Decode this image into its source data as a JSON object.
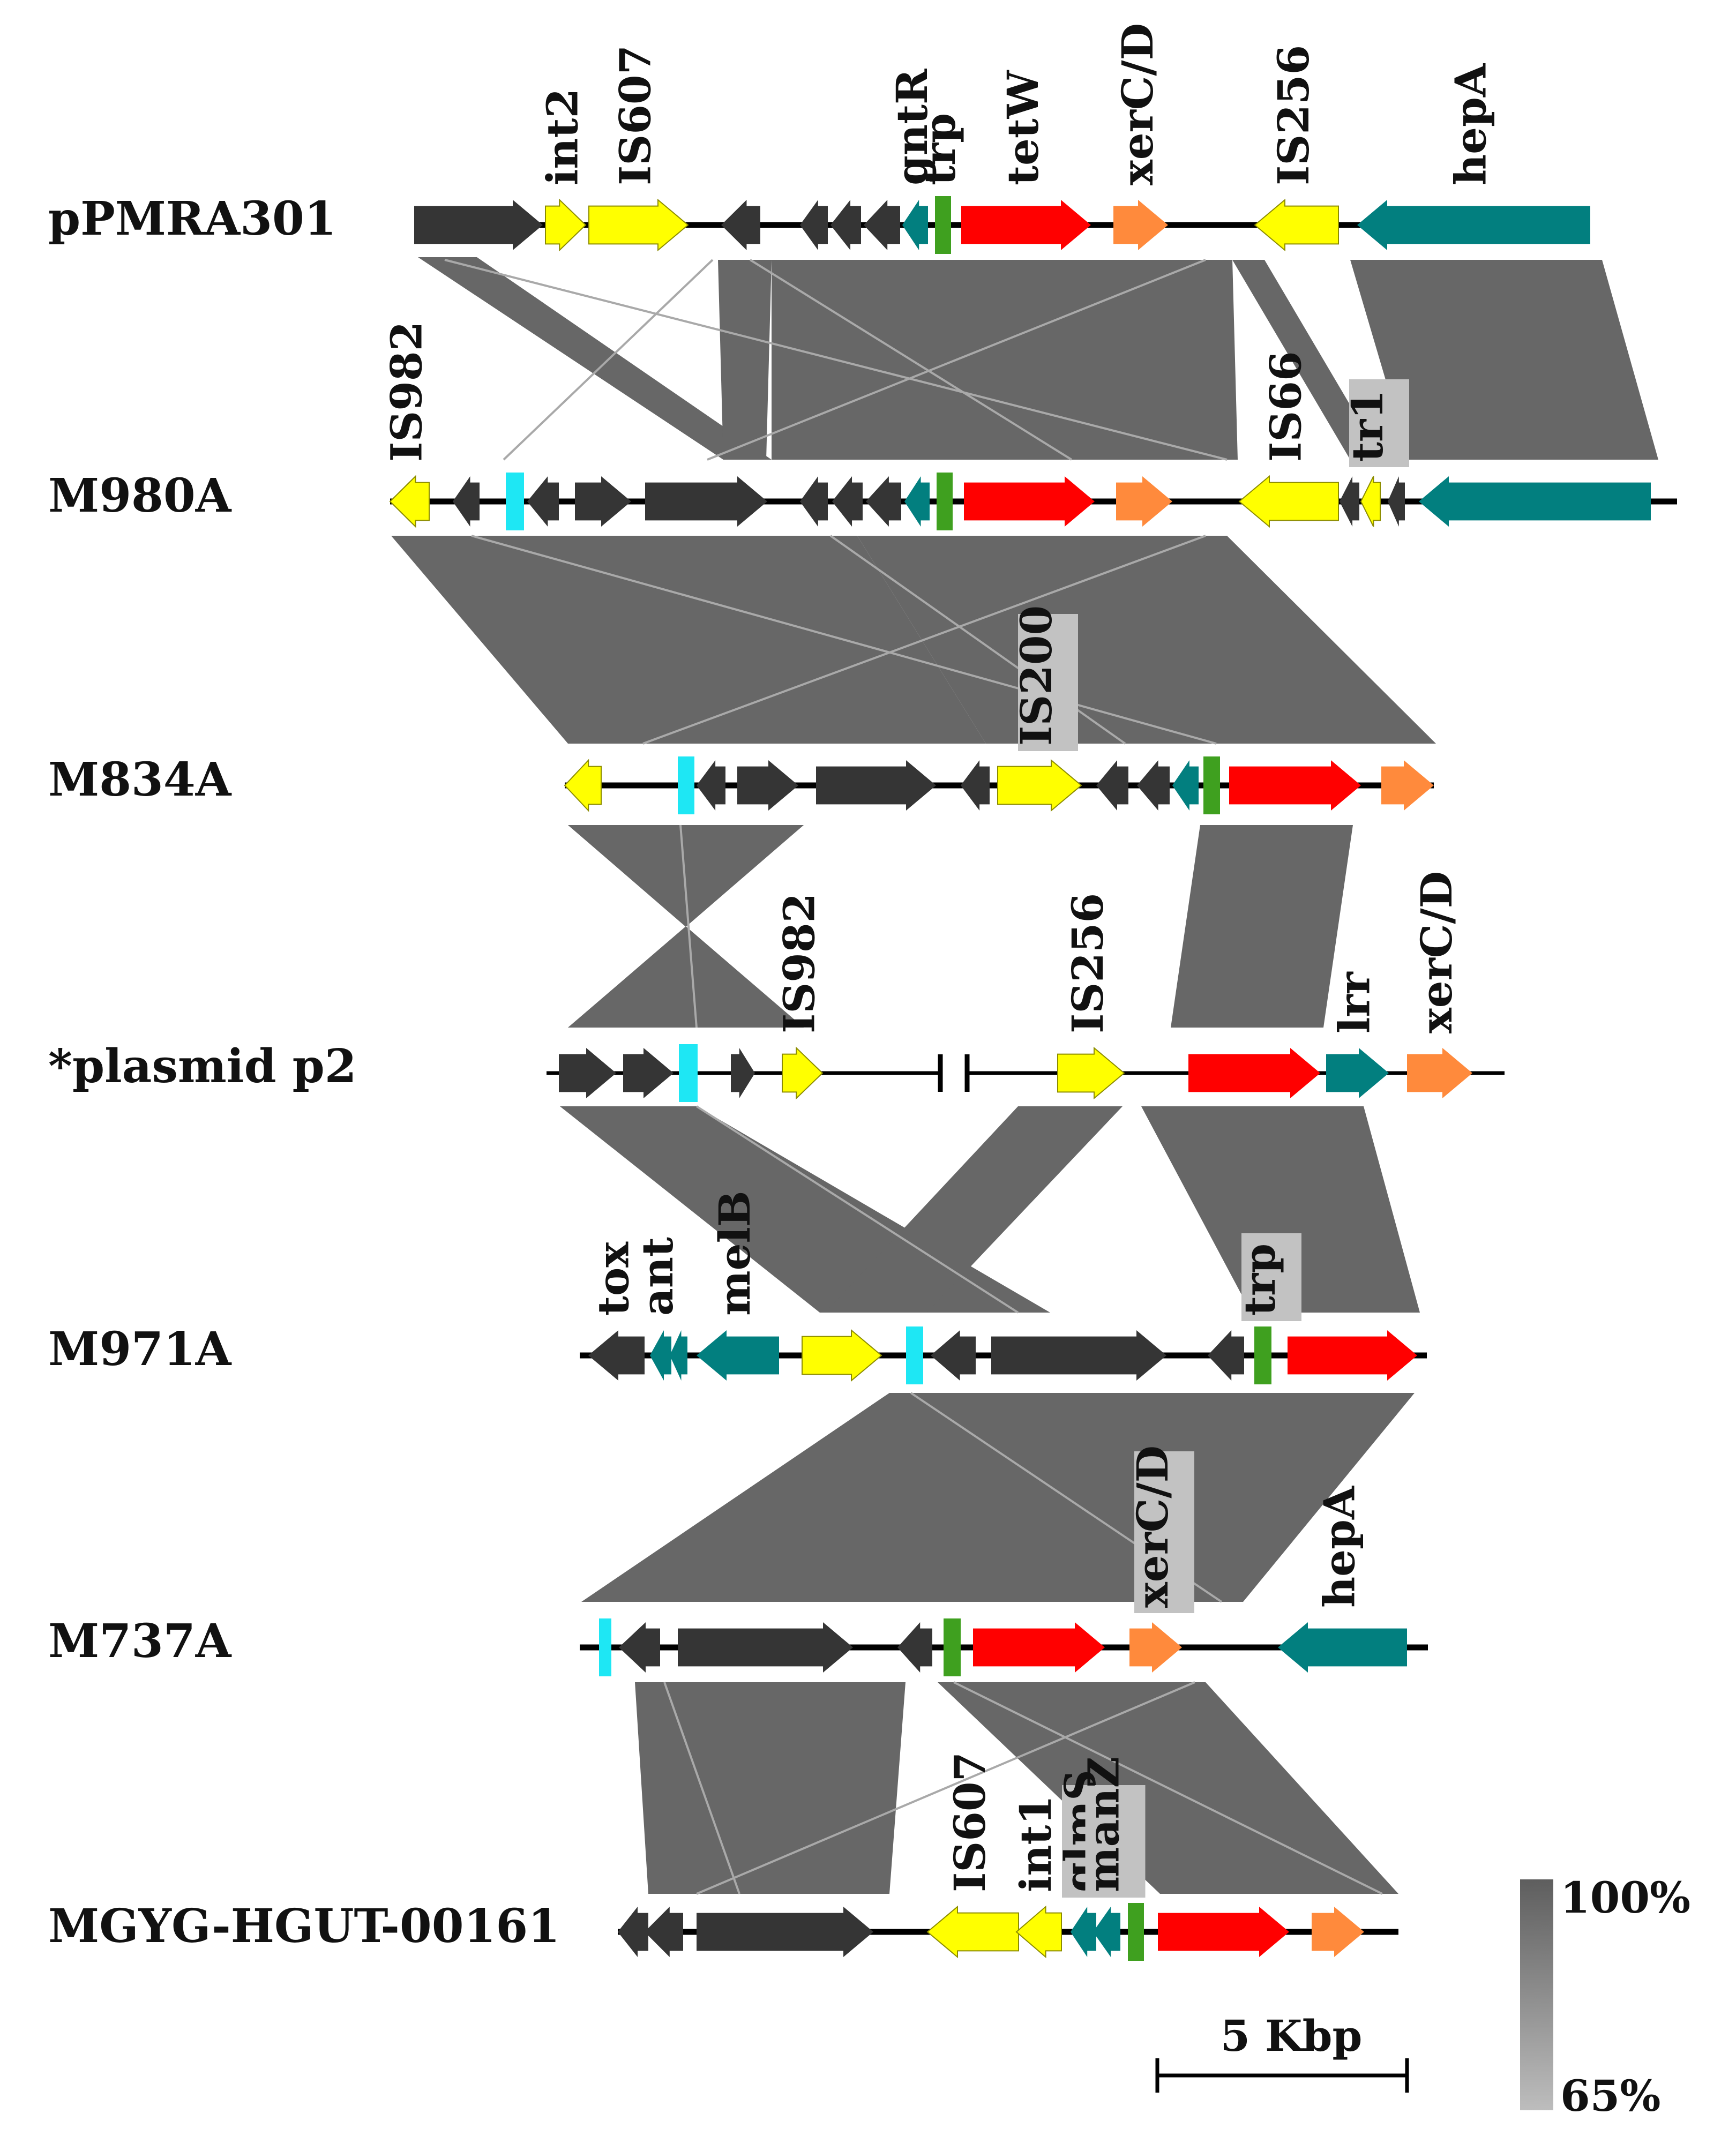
{
  "colors": {
    "dark_gene": "#353535",
    "transposase": "#ffff00",
    "tetW": "#ff0000",
    "xerCD": "#ff8a3c",
    "regulator": "#027f7f",
    "trp": "#3fa01f",
    "cyan_marker": "#1ee7f4",
    "backbone": "#000000",
    "link": "#676767",
    "label_box": "#c2c2c2"
  },
  "tracks": [
    {
      "name": "pPMRA301",
      "genes": [
        {
          "name": "",
          "start": 773,
          "end": 1013,
          "strand": 1,
          "kind": "dark"
        },
        {
          "name": "int2",
          "start": 1018,
          "end": 1093,
          "strand": 1,
          "kind": "transposase"
        },
        {
          "name": "IS607",
          "start": 1099,
          "end": 1284,
          "strand": 1,
          "kind": "transposase"
        },
        {
          "name": "",
          "start": 1346,
          "end": 1419,
          "strand": -1,
          "kind": "dark"
        },
        {
          "name": "",
          "start": 1493,
          "end": 1545,
          "strand": -1,
          "kind": "dark"
        },
        {
          "name": "",
          "start": 1550,
          "end": 1607,
          "strand": -1,
          "kind": "dark"
        },
        {
          "name": "",
          "start": 1612,
          "end": 1680,
          "strand": -1,
          "kind": "dark"
        },
        {
          "name": "gntR",
          "start": 1684,
          "end": 1732,
          "strand": -1,
          "kind": "regulator"
        },
        {
          "name": "trp",
          "start": 1745,
          "end": 1775,
          "strand": 0,
          "kind": "trp"
        },
        {
          "name": "tetW",
          "start": 1794,
          "end": 2036,
          "strand": 1,
          "kind": "tetW"
        },
        {
          "name": "xerC/D",
          "start": 2078,
          "end": 2180,
          "strand": 1,
          "kind": "xerCD"
        },
        {
          "name": "IS256",
          "start": 2342,
          "end": 2498,
          "strand": -1,
          "kind": "transposase"
        },
        {
          "name": "hepA",
          "start": 2533,
          "end": 2968,
          "strand": -1,
          "kind": "regulator"
        }
      ]
    },
    {
      "name": "M980A",
      "genes": [
        {
          "name": "IS982",
          "start": 728,
          "end": 801,
          "strand": -1,
          "kind": "transposase"
        },
        {
          "name": "",
          "start": 845,
          "end": 895,
          "strand": -1,
          "kind": "dark"
        },
        {
          "name": "",
          "start": 944,
          "end": 978,
          "strand": 0,
          "kind": "cyan"
        },
        {
          "name": "",
          "start": 984,
          "end": 1043,
          "strand": -1,
          "kind": "dark"
        },
        {
          "name": "",
          "start": 1073,
          "end": 1178,
          "strand": 1,
          "kind": "dark"
        },
        {
          "name": "",
          "start": 1204,
          "end": 1432,
          "strand": 1,
          "kind": "dark"
        },
        {
          "name": "",
          "start": 1493,
          "end": 1545,
          "strand": -1,
          "kind": "dark"
        },
        {
          "name": "",
          "start": 1553,
          "end": 1610,
          "strand": -1,
          "kind": "dark"
        },
        {
          "name": "",
          "start": 1616,
          "end": 1682,
          "strand": -1,
          "kind": "dark"
        },
        {
          "name": "",
          "start": 1688,
          "end": 1735,
          "strand": -1,
          "kind": "regulator"
        },
        {
          "name": "",
          "start": 1748,
          "end": 1778,
          "strand": 0,
          "kind": "trp"
        },
        {
          "name": "",
          "start": 1799,
          "end": 2043,
          "strand": 1,
          "kind": "tetW"
        },
        {
          "name": "",
          "start": 2083,
          "end": 2188,
          "strand": 1,
          "kind": "xerCD"
        },
        {
          "name": "IS66",
          "start": 2313,
          "end": 2498,
          "strand": -1,
          "kind": "transposase"
        },
        {
          "name": "",
          "start": 2500,
          "end": 2537,
          "strand": -1,
          "kind": "dark"
        },
        {
          "name": "tr1",
          "start": 2540,
          "end": 2576,
          "strand": -1,
          "kind": "transposase"
        },
        {
          "name": "",
          "start": 2590,
          "end": 2622,
          "strand": -1,
          "kind": "dark"
        },
        {
          "name": "",
          "start": 2648,
          "end": 3081,
          "strand": -1,
          "kind": "regulator"
        }
      ]
    },
    {
      "name": "M834A",
      "genes": [
        {
          "name": "",
          "start": 1054,
          "end": 1122,
          "strand": -1,
          "kind": "transposase"
        },
        {
          "name": "",
          "start": 1265,
          "end": 1296,
          "strand": 0,
          "kind": "cyan"
        },
        {
          "name": "",
          "start": 1300,
          "end": 1354,
          "strand": -1,
          "kind": "dark"
        },
        {
          "name": "",
          "start": 1376,
          "end": 1490,
          "strand": 1,
          "kind": "dark"
        },
        {
          "name": "",
          "start": 1523,
          "end": 1747,
          "strand": 1,
          "kind": "dark"
        },
        {
          "name": "",
          "start": 1793,
          "end": 1847,
          "strand": -1,
          "kind": "dark"
        },
        {
          "name": "IS200",
          "start": 1862,
          "end": 2018,
          "strand": 1,
          "kind": "transposase"
        },
        {
          "name": "",
          "start": 2046,
          "end": 2106,
          "strand": -1,
          "kind": "dark"
        },
        {
          "name": "",
          "start": 2122,
          "end": 2183,
          "strand": -1,
          "kind": "dark"
        },
        {
          "name": "",
          "start": 2188,
          "end": 2237,
          "strand": -1,
          "kind": "regulator"
        },
        {
          "name": "",
          "start": 2246,
          "end": 2277,
          "strand": 0,
          "kind": "trp"
        },
        {
          "name": "",
          "start": 2294,
          "end": 2540,
          "strand": 1,
          "kind": "tetW"
        },
        {
          "name": "",
          "start": 2578,
          "end": 2676,
          "strand": 1,
          "kind": "xerCD"
        }
      ]
    },
    {
      "name": "*plasmid p2",
      "genes": [
        {
          "name": "",
          "start": 1043,
          "end": 1150,
          "strand": 1,
          "kind": "dark"
        },
        {
          "name": "",
          "start": 1163,
          "end": 1257,
          "strand": 1,
          "kind": "dark"
        },
        {
          "name": "",
          "start": 1267,
          "end": 1302,
          "strand": 0,
          "kind": "cyan"
        },
        {
          "name": "",
          "start": 1364,
          "end": 1409,
          "strand": 1,
          "kind": "dark"
        },
        {
          "name": "IS982",
          "start": 1460,
          "end": 1535,
          "strand": 1,
          "kind": "transposase"
        },
        {
          "name": "IS256",
          "start": 1974,
          "end": 2098,
          "strand": 1,
          "kind": "transposase"
        },
        {
          "name": "",
          "start": 2218,
          "end": 2464,
          "strand": 1,
          "kind": "tetW"
        },
        {
          "name": "lrr",
          "start": 2475,
          "end": 2592,
          "strand": 1,
          "kind": "regulator"
        },
        {
          "name": "xerC/D",
          "start": 2626,
          "end": 2748,
          "strand": 1,
          "kind": "xerCD"
        }
      ]
    },
    {
      "name": "M971A",
      "genes": [
        {
          "name": "tox",
          "start": 1098,
          "end": 1203,
          "strand": -1,
          "kind": "dark"
        },
        {
          "name": "ant",
          "start": 1213,
          "end": 1253,
          "strand": -1,
          "kind": "regulator"
        },
        {
          "name": "",
          "start": 1250,
          "end": 1283,
          "strand": -1,
          "kind": "regulator"
        },
        {
          "name": "melB",
          "start": 1300,
          "end": 1454,
          "strand": -1,
          "kind": "regulator"
        },
        {
          "name": "",
          "start": 1497,
          "end": 1645,
          "strand": 1,
          "kind": "transposase"
        },
        {
          "name": "",
          "start": 1691,
          "end": 1723,
          "strand": 0,
          "kind": "cyan"
        },
        {
          "name": "",
          "start": 1737,
          "end": 1821,
          "strand": -1,
          "kind": "dark"
        },
        {
          "name": "",
          "start": 1850,
          "end": 2177,
          "strand": 1,
          "kind": "dark"
        },
        {
          "name": "",
          "start": 2254,
          "end": 2322,
          "strand": -1,
          "kind": "dark"
        },
        {
          "name": "trp",
          "start": 2341,
          "end": 2373,
          "strand": 0,
          "kind": "trp"
        },
        {
          "name": "",
          "start": 2403,
          "end": 2645,
          "strand": 1,
          "kind": "tetW"
        }
      ]
    },
    {
      "name": "M737A",
      "genes": [
        {
          "name": "",
          "start": 1118,
          "end": 1141,
          "strand": 0,
          "kind": "cyan"
        },
        {
          "name": "",
          "start": 1155,
          "end": 1232,
          "strand": -1,
          "kind": "dark"
        },
        {
          "name": "",
          "start": 1265,
          "end": 1592,
          "strand": 1,
          "kind": "dark"
        },
        {
          "name": "",
          "start": 1675,
          "end": 1740,
          "strand": -1,
          "kind": "dark"
        },
        {
          "name": "",
          "start": 1761,
          "end": 1793,
          "strand": 0,
          "kind": "trp"
        },
        {
          "name": "",
          "start": 1816,
          "end": 2062,
          "strand": 1,
          "kind": "tetW"
        },
        {
          "name": "xerC/D",
          "start": 2108,
          "end": 2206,
          "strand": 1,
          "kind": "xerCD"
        },
        {
          "name": "hepA",
          "start": 2385,
          "end": 2626,
          "strand": -1,
          "kind": "regulator"
        }
      ]
    },
    {
      "name": "MGYG-HGUT-00161",
      "genes": [
        {
          "name": "",
          "start": 1153,
          "end": 1210,
          "strand": -1,
          "kind": "dark"
        },
        {
          "name": "",
          "start": 1203,
          "end": 1275,
          "strand": -1,
          "kind": "dark"
        },
        {
          "name": "",
          "start": 1300,
          "end": 1630,
          "strand": 1,
          "kind": "dark"
        },
        {
          "name": "IS607",
          "start": 1731,
          "end": 1901,
          "strand": -1,
          "kind": "transposase"
        },
        {
          "name": "int1",
          "start": 1897,
          "end": 1981,
          "strand": -1,
          "kind": "transposase"
        },
        {
          "name": "glmS",
          "start": 1998,
          "end": 2046,
          "strand": -1,
          "kind": "regulator"
        },
        {
          "name": "manZ",
          "start": 2040,
          "end": 2091,
          "strand": -1,
          "kind": "regulator"
        },
        {
          "name": "",
          "start": 2105,
          "end": 2135,
          "strand": 0,
          "kind": "trp"
        },
        {
          "name": "",
          "start": 2161,
          "end": 2406,
          "strand": 1,
          "kind": "tetW"
        },
        {
          "name": "",
          "start": 2448,
          "end": 2546,
          "strand": 1,
          "kind": "xerCD"
        }
      ]
    }
  ],
  "legend": {
    "max_label": "100%",
    "min_label": "65%"
  },
  "scale_bar": {
    "label": "5 Kbp"
  }
}
